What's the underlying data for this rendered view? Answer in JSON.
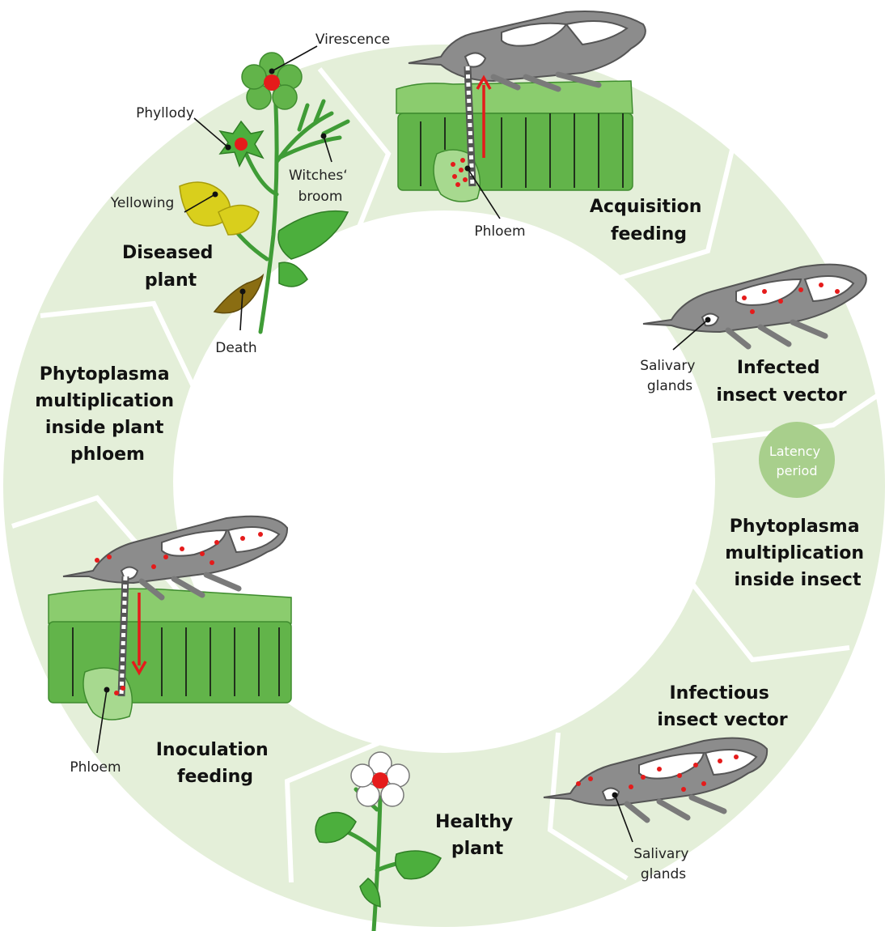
{
  "stages": {
    "acquisition_feeding": [
      "Acquisition",
      "feeding"
    ],
    "infected_insect_vector": [
      "Infected",
      "insect vector"
    ],
    "phytoplasma_multiplication_insect": [
      "Phytoplasma",
      "multiplication",
      "inside insect"
    ],
    "infectious_insect_vector": [
      "Infectious",
      "insect vector"
    ],
    "healthy_plant": [
      "Healthy",
      "plant"
    ],
    "inoculation_feeding": [
      "Inoculation",
      "feeding"
    ],
    "phytoplasma_multiplication_phloem": [
      "Phytoplasma",
      "multiplication",
      "inside plant",
      "phloem"
    ],
    "diseased_plant": [
      "Diseased",
      "plant"
    ]
  },
  "latency_period": [
    "Latency",
    "period"
  ],
  "labels": {
    "virescence": "Virescence",
    "phyllody": "Phyllody",
    "witches_broom": [
      "Witches‘",
      "broom"
    ],
    "yellowing": "Yellowing",
    "death": "Death",
    "phloem_top": "Phloem",
    "phloem_left": "Phloem",
    "salivary_glands_right": [
      "Salivary",
      "glands"
    ],
    "salivary_glands_bottom": [
      "Salivary",
      "glands"
    ]
  },
  "colors": {
    "ring": "#e4efd9",
    "latency_circle": "#a8cf8c",
    "phytoplasma": "#e51b1b",
    "tissue": "#62b44a",
    "insect": "#8c8c8c",
    "yellowing_leaf": "#d9cf1c",
    "dead_leaf": "#8a6d12"
  }
}
